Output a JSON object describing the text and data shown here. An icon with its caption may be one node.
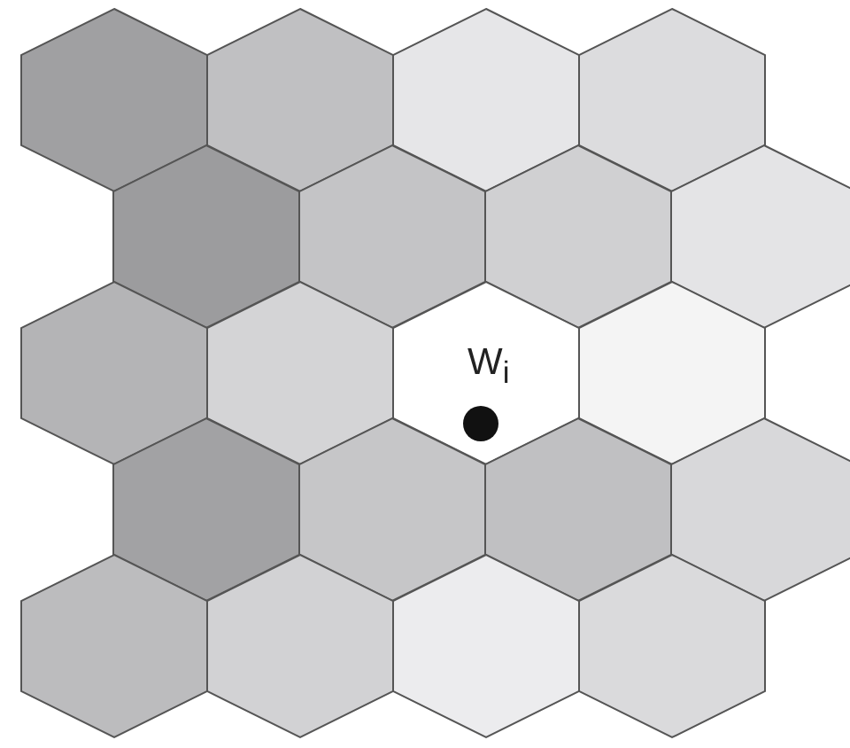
{
  "diagram": {
    "nodes": [
      {
        "text": [],
        "shape": "hexagon"
      },
      {
        "text": [],
        "shape": "hexagon"
      },
      {
        "text": [],
        "shape": "hexagon"
      },
      {
        "text": [],
        "shape": "hexagon"
      },
      {
        "text": [],
        "shape": "hexagon"
      },
      {
        "text": [],
        "shape": "hexagon"
      },
      {
        "text": [],
        "shape": "hexagon"
      },
      {
        "text": [],
        "shape": "hexagon"
      },
      {
        "text": [],
        "shape": "hexagon"
      },
      {
        "text": [],
        "shape": "hexagon"
      },
      {
        "text": [
          "W$_{i}$"
        ]
      },
      {
        "text": [],
        "shape": "hexagon"
      },
      {
        "text": [],
        "shape": "hexagon"
      },
      {
        "text": [],
        "shape": "hexagon"
      },
      {
        "text": [],
        "shape": "hexagon"
      },
      {
        "text": [],
        "shape": "hexagon"
      },
      {
        "text": [],
        "shape": "hexagon"
      },
      {
        "text": [],
        "shape": "hexagon"
      },
      {
        "text": [],
        "shape": "hexagon"
      },
      {
        "text": [],
        "shape": "hexagon"
      }
    ],
    "edges": []
  }
}
